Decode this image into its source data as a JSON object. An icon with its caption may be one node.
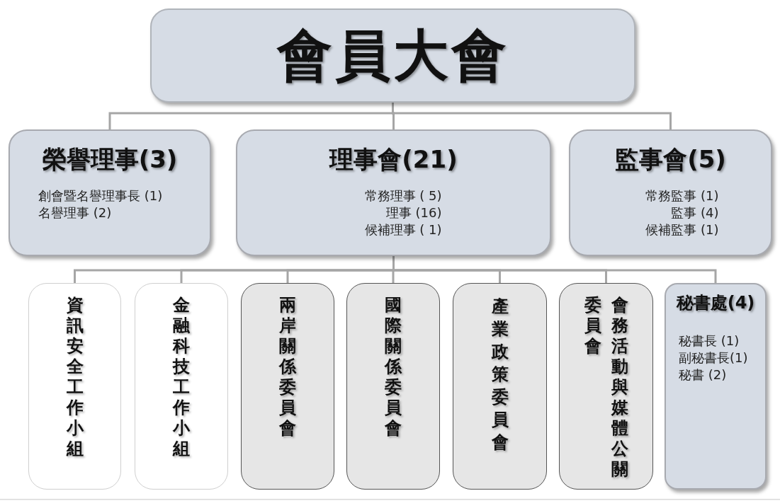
{
  "diagram": {
    "nodes": [
      {
        "text": [
          "會員大會"
        ]
      },
      {
        "text": [
          "榮譽理事(3)",
          "創會暨名譽理事長 (1)",
          "名譽理事 (2)"
        ]
      },
      {
        "text": [
          "理事會(21)",
          "常務理事 ( 5)",
          "理事 (16)",
          "候補理事 ( 1)"
        ]
      },
      {
        "text": [
          "監事會(5)",
          "常務監事 (1)",
          "監事 (4)",
          "候補監事 (1)"
        ]
      },
      {
        "text": [
          "資訊安全工作小組"
        ]
      },
      {
        "text": [
          "金融科技工作小組"
        ]
      },
      {
        "text": [
          "兩岸關係委員會"
        ]
      },
      {
        "text": [
          "國際關係委員會"
        ]
      },
      {
        "text": [
          "產業政策委員會"
        ]
      },
      {
        "text": [
          "會務活動與媒體公關委員會"
        ]
      },
      {
        "text": [
          "秘書處(4)",
          "秘書長 (1)",
          "副秘書長(1)",
          "秘書 (2)"
        ]
      }
    ],
    "edges": [
      {
        "from": 0,
        "to": 1,
        "arrow": "none"
      },
      {
        "from": 0,
        "to": 2,
        "arrow": "none"
      },
      {
        "from": 0,
        "to": 3,
        "arrow": "none"
      },
      {
        "from": 2,
        "to": 4,
        "arrow": "none"
      },
      {
        "from": 2,
        "to": 5,
        "arrow": "none"
      },
      {
        "from": 2,
        "to": 6,
        "arrow": "none"
      },
      {
        "from": 2,
        "to": 7,
        "arrow": "none"
      },
      {
        "from": 2,
        "to": 8,
        "arrow": "none"
      },
      {
        "from": 2,
        "to": 9,
        "arrow": "none"
      },
      {
        "from": 2,
        "to": 10,
        "arrow": "none"
      }
    ]
  }
}
